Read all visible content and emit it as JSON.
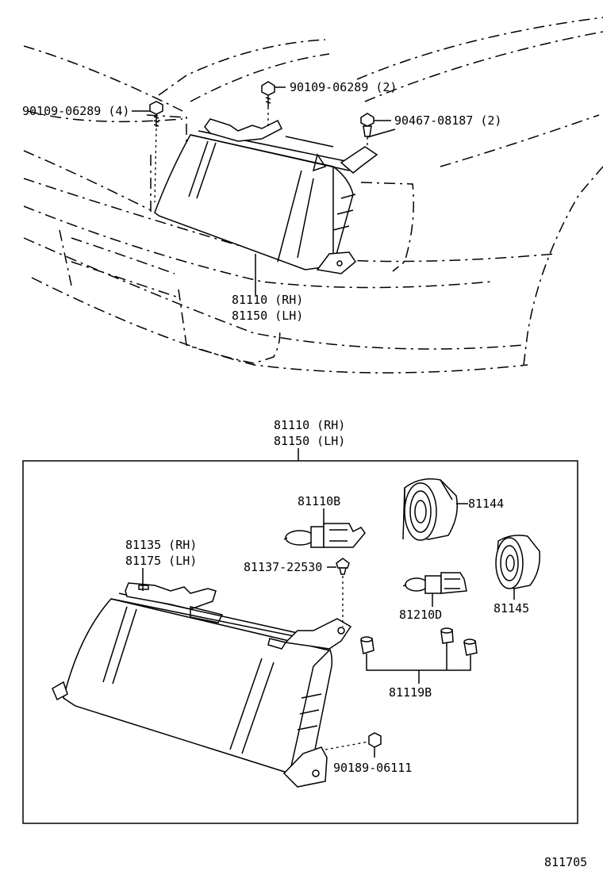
{
  "callouts": {
    "top_screw_left": "90109-06289 (4)",
    "top_screw_center": "90109-06289 (2)",
    "top_clip": "90467-08187 (2)",
    "top_assy_rh": "81110 (RH)",
    "top_assy_lh": "81150 (LH)",
    "box_assy_rh": "81110 (RH)",
    "box_assy_lh": "81150 (LH)",
    "bulb_b": "81110B",
    "socket_81144": "81144",
    "lens_rh": "81135 (RH)",
    "lens_lh": "81175 (LH)",
    "clip_81137": "81137-22530",
    "bulb_81210d": "81210D",
    "socket_81145": "81145",
    "caps_81119b": "81119B",
    "nut_90189": "90189-06111"
  },
  "diagram_id": "811705"
}
